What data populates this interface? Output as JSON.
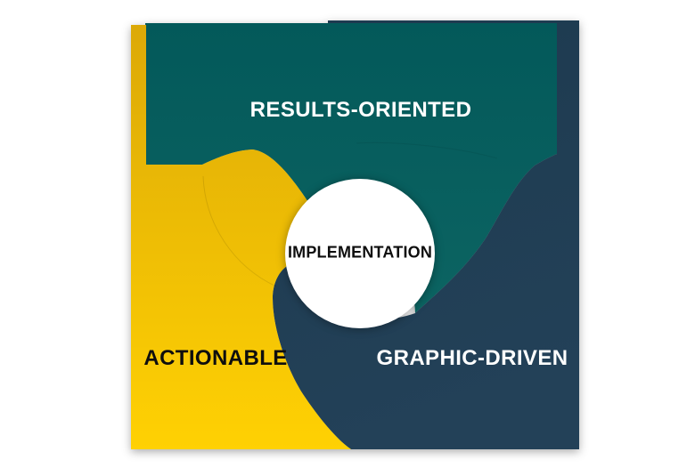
{
  "figure": {
    "type": "pinwheel-venn-diagram",
    "center_label": "IMPLEMENTATION",
    "segments": [
      {
        "id": "results",
        "label": "RESULTS-ORIENTED",
        "position": "top"
      },
      {
        "id": "actionable",
        "label": "ACTIONABLE",
        "position": "bottom-left"
      },
      {
        "id": "graphic",
        "label": "GRAPHIC-DRIVEN",
        "position": "bottom-right"
      }
    ]
  },
  "colors": {
    "background": "#FFFFFF",
    "teal_top": "#03595A",
    "teal_bottom": "#0C6462",
    "yellow_top": "#DCA907",
    "yellow_bottom": "#FFD103",
    "navy_top": "#1D3A4F",
    "navy_bottom": "#234158",
    "center_circle": "#FFFFFF",
    "label_light": "#FFFFFF",
    "label_dark": "#0E0E0E"
  }
}
